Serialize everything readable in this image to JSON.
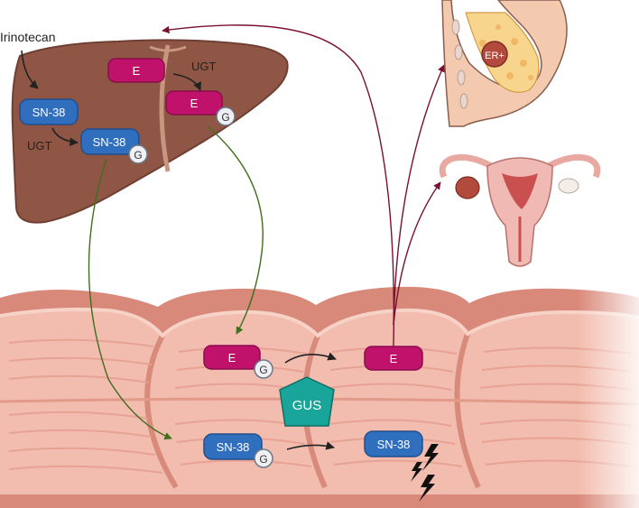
{
  "labels": {
    "drug": "Irinotecan",
    "ugt": "UGT",
    "sn38": "SN-38",
    "estrogen": "E",
    "glucuronide": "G",
    "enzyme": "GUS",
    "tumor": "ER+"
  },
  "colors": {
    "liver": "#8f5646",
    "liver_dark": "#6e3f32",
    "gut": "#efb1a1",
    "gut_fold": "#e39a89",
    "gut_dark": "#c97c6c",
    "sn38_box": "#2f6fbe",
    "estrogen_box": "#c0126b",
    "gus_enzyme": "#1aa59a",
    "arrow_green": "#3f6e1d",
    "arrow_maroon": "#7a1030",
    "breast_tissue": "#f3c7a1",
    "tumor": "#b24a3d"
  },
  "icons": [
    "lightning-bolt-icon",
    "breast-icon",
    "uterus-icon",
    "liver-icon",
    "intestine-icon"
  ]
}
